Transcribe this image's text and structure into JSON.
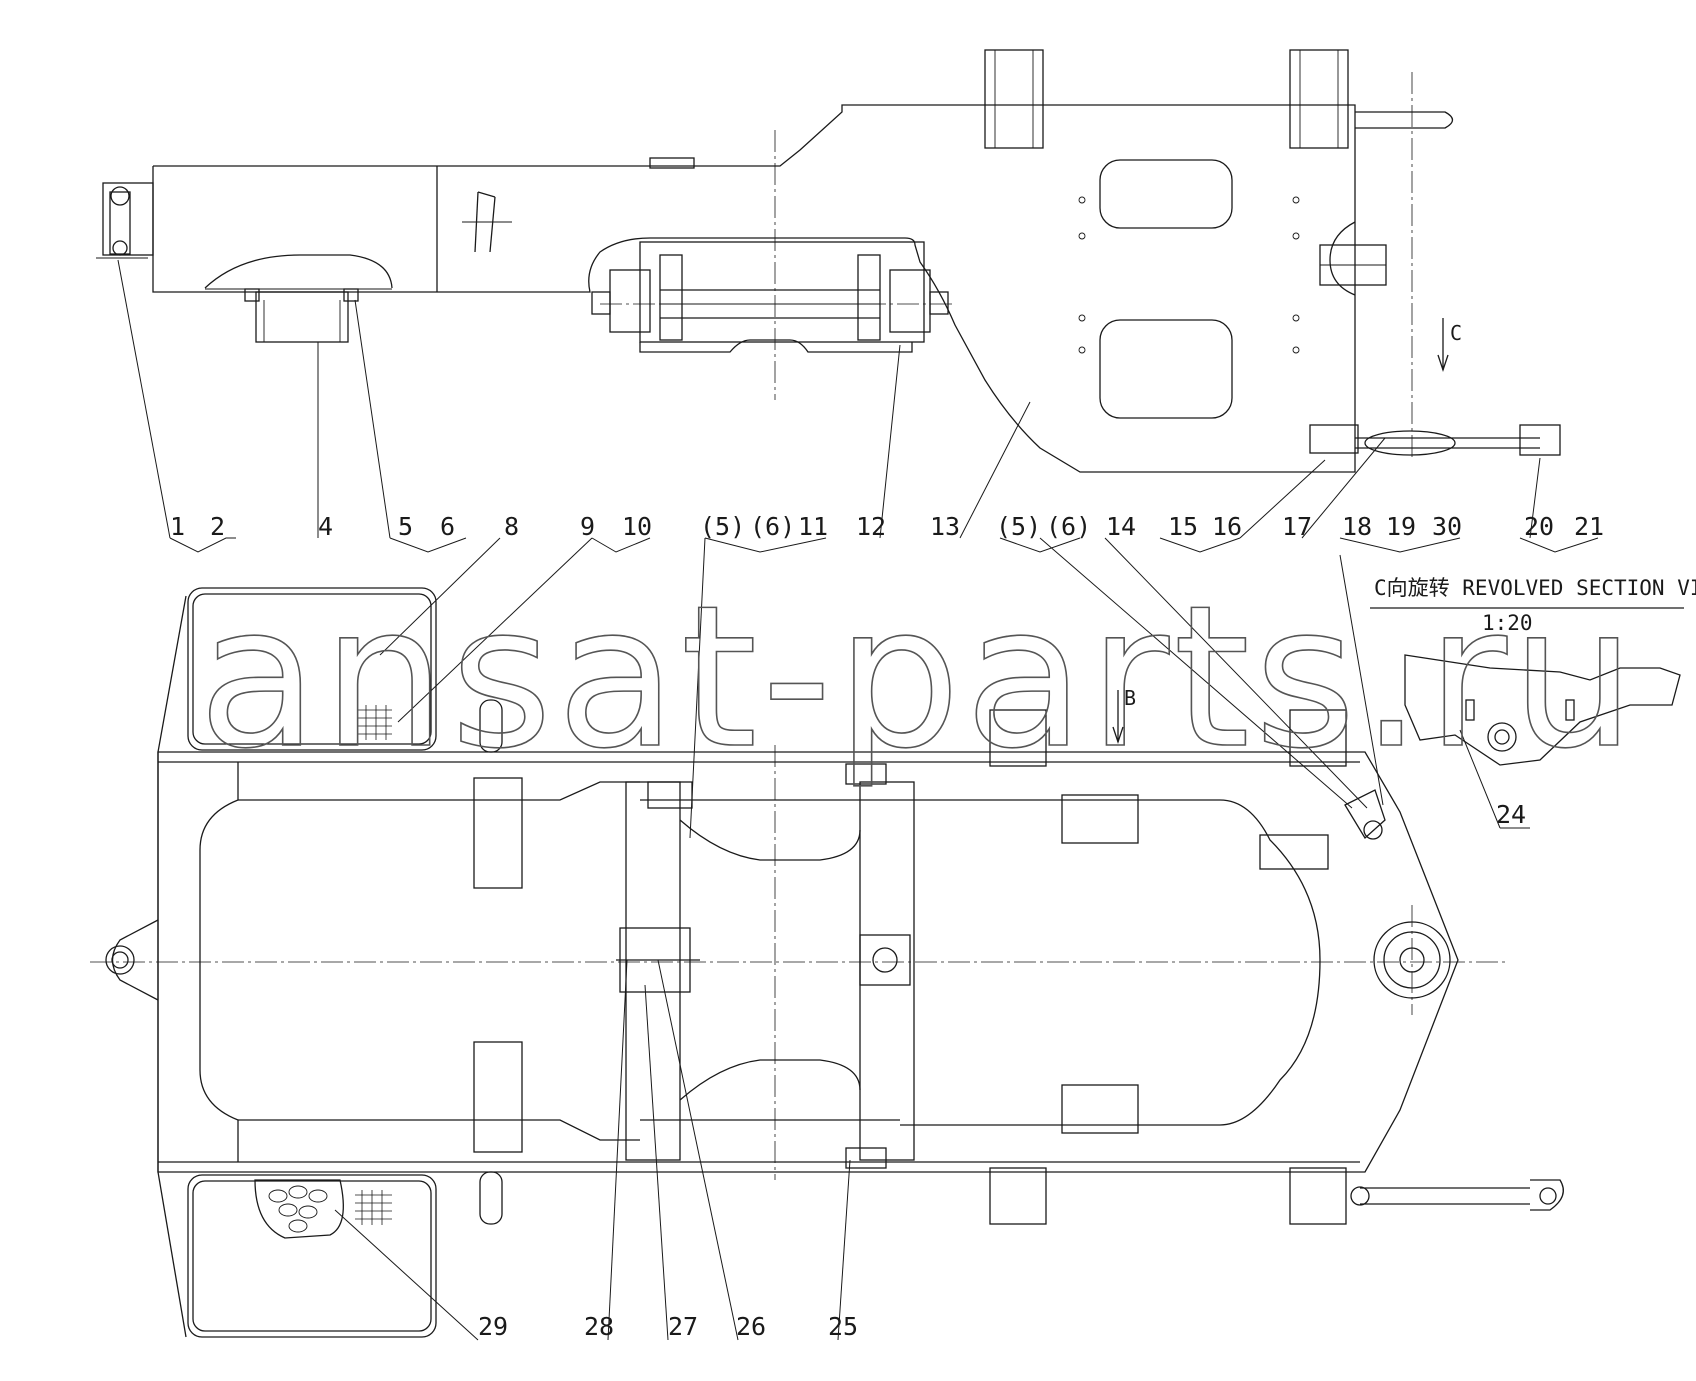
{
  "watermark": "ansat-parts.ru",
  "section_view": {
    "title": "C向旋转  REVOLVED SECTION VIEW C",
    "scale": "1:20"
  },
  "view_arrows": {
    "c": "C",
    "b": "B"
  },
  "callouts_top_row": [
    "1",
    "2",
    "4",
    "5",
    "6",
    "8",
    "9",
    "10",
    "(5)",
    "(6)",
    "11",
    "12",
    "13",
    "(5)",
    "(6)",
    "14",
    "15",
    "16",
    "17",
    "18",
    "19",
    "30",
    "20",
    "21"
  ],
  "callouts_bottom_row": [
    "29",
    "28",
    "27",
    "26",
    "25"
  ],
  "callout_section": "24",
  "colors": {
    "line": "#1a1a1a",
    "background": "#ffffff",
    "watermark": "#555555"
  }
}
